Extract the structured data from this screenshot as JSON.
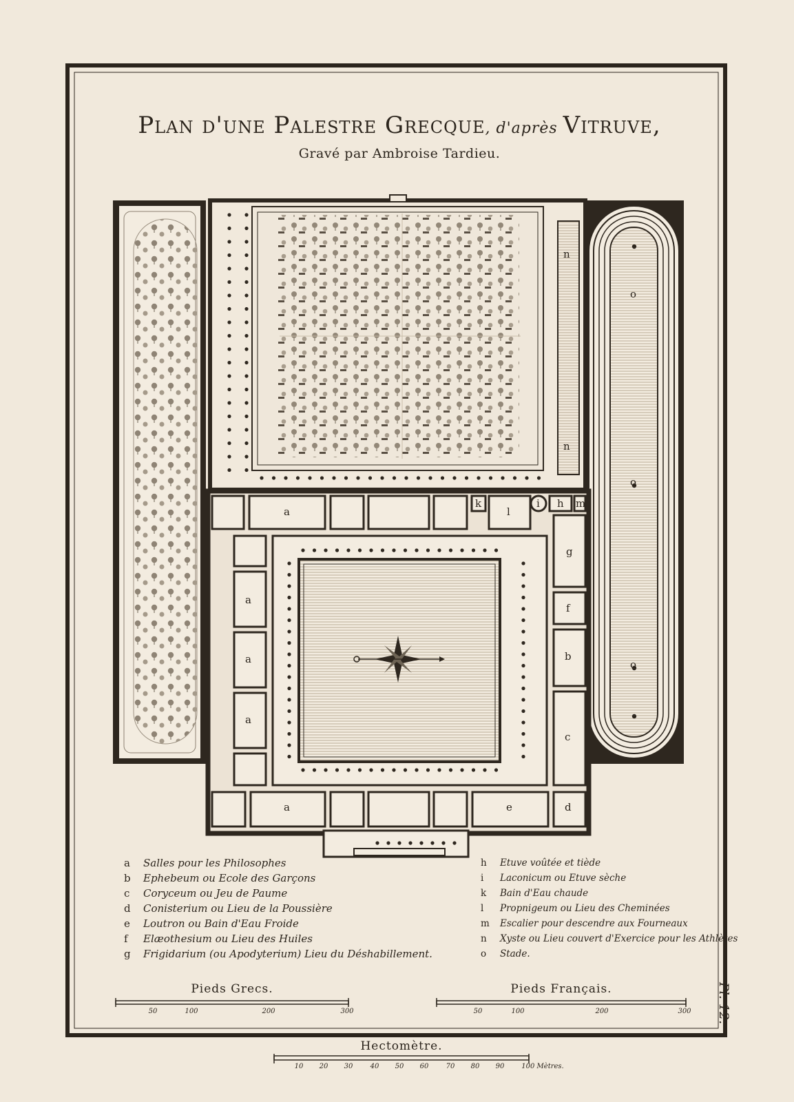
{
  "title": {
    "main1": "Plan d'une Palestre Grecque",
    "apres": ", d'après ",
    "main2": "Vitruve,",
    "subtitle": "Gravé par Ambroise Tardieu."
  },
  "room_labels": {
    "a": "a",
    "b": "b",
    "c": "c",
    "d": "d",
    "e": "e",
    "f": "f",
    "g": "g",
    "h": "h",
    "i": "i",
    "k": "k",
    "l": "l",
    "m": "m",
    "n": "n",
    "o": "o"
  },
  "legend_left": [
    {
      "key": "a",
      "text": "Salles pour les Philosophes"
    },
    {
      "key": "b",
      "text": "Ephebeum ou Ecole des Garçons"
    },
    {
      "key": "c",
      "text": "Coryceum ou Jeu de Paume"
    },
    {
      "key": "d",
      "text": "Conisterium ou Lieu de la Poussière"
    },
    {
      "key": "e",
      "text": "Loutron ou Bain d'Eau Froide"
    },
    {
      "key": "f",
      "text": "Elæothesium ou Lieu des Huiles"
    },
    {
      "key": "g",
      "text": "Frigidarium (ou Apodyterium) Lieu du Déshabillement."
    }
  ],
  "legend_right": [
    {
      "key": "h",
      "text": "Etuve voûtée et tiède"
    },
    {
      "key": "i",
      "text": "Laconicum ou Etuve sèche"
    },
    {
      "key": "k",
      "text": "Bain d'Eau chaude"
    },
    {
      "key": "l",
      "text": "Propnigeum ou Lieu des Cheminées"
    },
    {
      "key": "m",
      "text": "Escalier pour descendre aux Fourneaux"
    },
    {
      "key": "n",
      "text": "Xyste ou Lieu couvert d'Exercice pour les Athlètes"
    },
    {
      "key": "o",
      "text": "Stade."
    }
  ],
  "scales": {
    "greek": {
      "title": "Pieds Grecs.",
      "ticks": [
        "50",
        "100",
        "200",
        "300"
      ]
    },
    "french": {
      "title": "Pieds Français.",
      "ticks": [
        "50",
        "100",
        "200",
        "300"
      ]
    },
    "hecto": {
      "title": "Hectomètre.",
      "ticks": [
        "10",
        "20",
        "30",
        "40",
        "50",
        "60",
        "70",
        "80",
        "90",
        "100 Mètres."
      ]
    }
  },
  "plate_number": "Pl. 12."
}
